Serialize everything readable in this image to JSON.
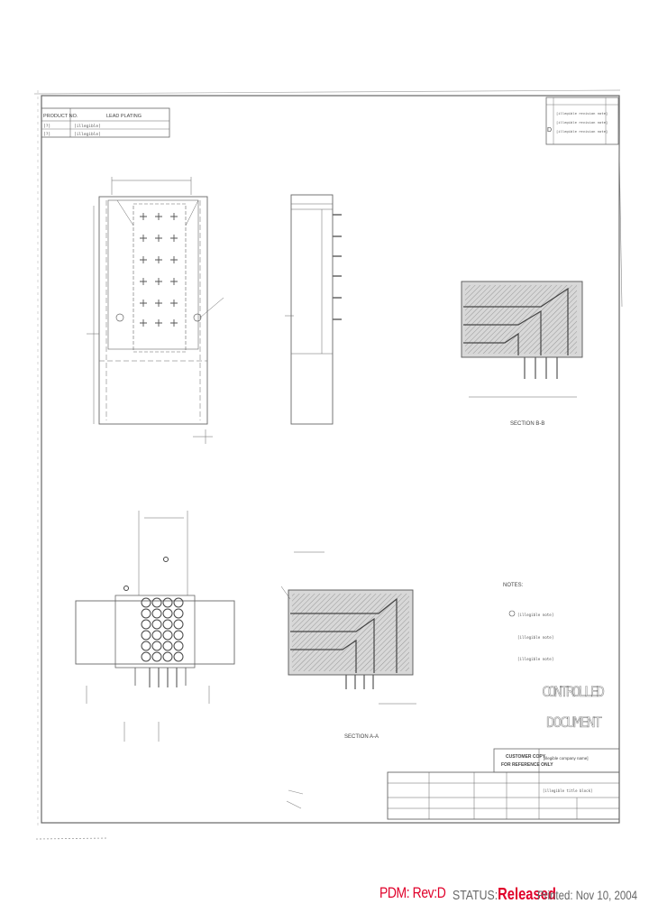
{
  "drawing": {
    "product_table": {
      "header_left": "PRODUCT NO.",
      "header_right": "LEAD PLATING",
      "rows": [
        {
          "num": "[?]",
          "desc": "[illegible]"
        },
        {
          "num": "[?]",
          "desc": "[illegible]"
        }
      ]
    },
    "revision_block": {
      "rev_letter": "D",
      "lines": [
        "[illegible revision note]",
        "[illegible revision note]",
        "[illegible revision note]"
      ]
    },
    "section_labels": {
      "section_aa": "SECTION A-A",
      "section_bb": "SECTION B-B"
    },
    "notes": {
      "heading": "NOTES:",
      "items": [
        "[illegible note]",
        "[illegible note]",
        "[illegible note]"
      ]
    },
    "stamp": {
      "line1": "CONTROLLED",
      "line2": "DOCUMENT"
    },
    "customer_copy": {
      "line1": "CUSTOMER COPY",
      "line2": "FOR REFERENCE ONLY"
    },
    "company_name": "[illegible company name]",
    "title_block_text": "[illegible title block]"
  },
  "footer": {
    "pdm": "PDM: Rev:D",
    "status_label": "STATUS:",
    "status_value": "Released",
    "printed": "Printed: Nov 10, 2004"
  },
  "colors": {
    "stamp_red": "#e0002a",
    "line": "#555555"
  }
}
